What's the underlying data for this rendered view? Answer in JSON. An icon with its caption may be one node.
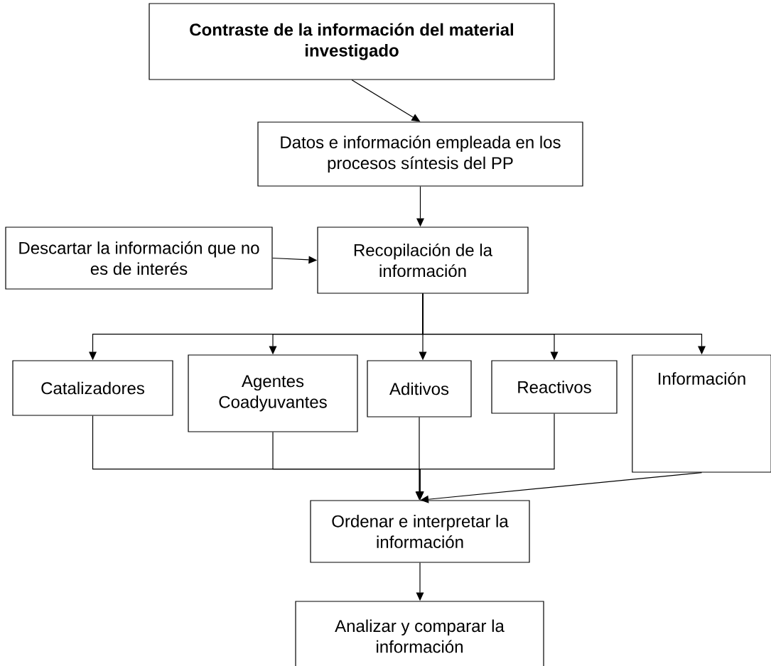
{
  "diagram": {
    "nodes": [
      {
        "text": [
          "**Contraste de la información del material investigado**"
        ]
      },
      {
        "text": [
          "Datos e información empleada en los procesos síntesis del PP"
        ]
      },
      {
        "text": [
          "Descartar la información que no es de interés"
        ]
      },
      {
        "text": [
          "Recopilación de la información"
        ]
      },
      {
        "text": [
          "Catalizadores"
        ]
      },
      {
        "text": [
          "Agentes Coadyuvantes"
        ]
      },
      {
        "text": [
          "Aditivos"
        ]
      },
      {
        "text": [
          "Reactivos"
        ]
      },
      {
        "text": [
          "Información"
        ]
      },
      {
        "text": [
          "Ordenar e interpretar la información"
        ]
      },
      {
        "text": [
          "Analizar y comparar la información"
        ]
      }
    ],
    "edges": [
      {
        "from": 0,
        "to": 1,
        "arrow": "to"
      },
      {
        "from": 1,
        "to": 3,
        "arrow": "to"
      },
      {
        "from": 2,
        "to": 3,
        "arrow": "to"
      },
      {
        "from": 3,
        "to": 4,
        "arrow": "to"
      },
      {
        "from": 3,
        "to": 5,
        "arrow": "to"
      },
      {
        "from": 3,
        "to": 6,
        "arrow": "to"
      },
      {
        "from": 3,
        "to": 7,
        "arrow": "to"
      },
      {
        "from": 3,
        "to": 8,
        "arrow": "to"
      },
      {
        "from": 4,
        "to": 9,
        "arrow": "to"
      },
      {
        "from": 5,
        "to": 9,
        "arrow": "to"
      },
      {
        "from": 6,
        "to": 9,
        "arrow": "to"
      },
      {
        "from": 7,
        "to": 9,
        "arrow": "to"
      },
      {
        "from": 8,
        "to": 9,
        "arrow": "to"
      },
      {
        "from": 9,
        "to": 10,
        "arrow": "to"
      }
    ]
  }
}
